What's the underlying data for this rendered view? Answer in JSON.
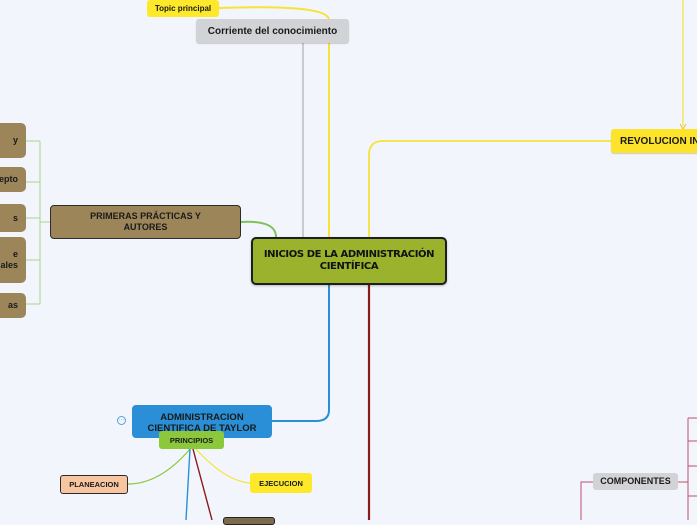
{
  "central": {
    "line1": "INICIOS DE LA ADMINISTRACIÓN",
    "line2": "CIENTÍFICA"
  },
  "topic_principal": "Topic principal",
  "corriente": "Corriente del conocimiento",
  "revolucion": "REVOLUCION INDUSTRIAL",
  "primeras": {
    "line1": "PRIMERAS PRÁCTICAS Y",
    "line2": "AUTORES"
  },
  "left_items": [
    {
      "line1": "y",
      "line2": ""
    },
    {
      "line1": "epto",
      "line2": ""
    },
    {
      "line1": "s",
      "line2": ""
    },
    {
      "line1": "e",
      "line2": "ales"
    },
    {
      "line1": "as",
      "line2": ""
    }
  ],
  "adm_taylor": {
    "line1": "ADMINISTRACION",
    "line2": "CIENTIFICA DE TAYLOR"
  },
  "principios": "PRINCIPIOS",
  "planeacion": "PLANEACION",
  "ejecucion": "EJECUCION",
  "componentes": "COMPONENTES",
  "colors": {
    "central": "#9ab22c",
    "yellow": "#fde82a",
    "gray": "#d1d3d6",
    "brown": "#9c8559",
    "blue": "#2a8fd6",
    "green": "#8bc83c",
    "peach": "#f8c5a1",
    "dark_red": "#8b1a1a"
  }
}
